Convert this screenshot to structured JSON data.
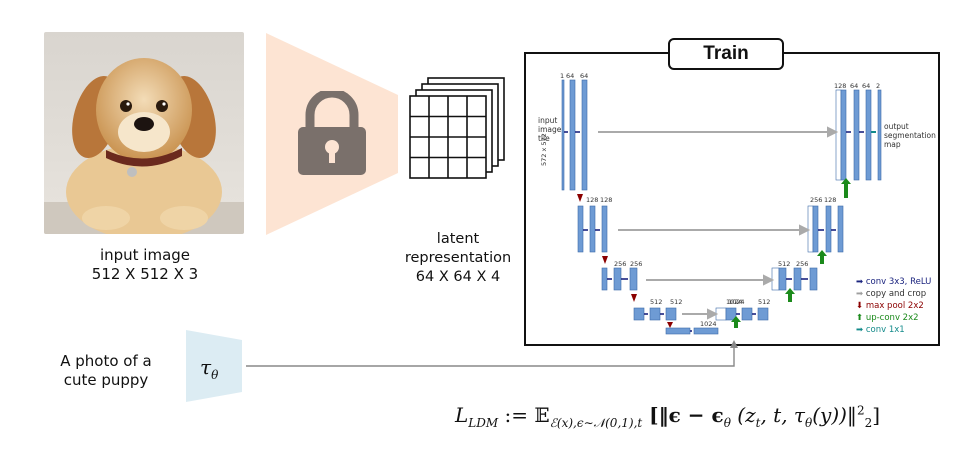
{
  "input_image": {
    "caption_line1": "input image",
    "caption_line2": "512 X 512 X 3"
  },
  "latent": {
    "caption_line1": "latent",
    "caption_line2": "representation",
    "caption_line3": "64 X 64 X 4"
  },
  "train": {
    "title": "Train"
  },
  "unet": {
    "input_label_line1": "input",
    "input_label_line2": "image",
    "input_label_line3": "tile",
    "output_label_line1": "output",
    "output_label_line2": "segmentation",
    "output_label_line3": "map",
    "channels_top_left": [
      "1",
      "64",
      "64"
    ],
    "channels_l2_left": [
      "128",
      "128"
    ],
    "channels_l3_left": [
      "256",
      "256"
    ],
    "channels_l4_left": [
      "512",
      "512"
    ],
    "channels_bottom": [
      "1024",
      "1024"
    ],
    "channels_top_right": [
      "128",
      "64",
      "64",
      "2"
    ],
    "channels_l2_right": [
      "256",
      "128"
    ],
    "channels_l3_right": [
      "512",
      "256"
    ],
    "channels_l4_right": [
      "1024",
      "512"
    ],
    "size_572": "572 x 572"
  },
  "legend": {
    "conv": "conv 3x3, ReLU",
    "copy": "copy and crop",
    "pool": "max pool 2x2",
    "upconv": "up-conv 2x2",
    "conv1": "conv 1x1",
    "colors": {
      "conv": "#1a237e",
      "copy": "#9e9e9e",
      "pool": "#8b0000",
      "upconv": "#1b8a1b",
      "conv1": "#138a8a"
    }
  },
  "prompt": {
    "line1": "A photo of a",
    "line2": "cute puppy",
    "encoder_symbol": "τ",
    "encoder_sub": "θ"
  },
  "formula": {
    "lhs": "L",
    "lhs_sub": "LDM",
    "assign": " := 𝔼",
    "expect_sub": "ℰ(x),ϵ∼𝒩(0,1),t",
    "body": " [‖ϵ − ϵ",
    "theta": "θ",
    "args": " (z",
    "zt_sub": "t",
    "args2": ", t, τ",
    "args3": "(y))‖",
    "pow": "2",
    "norm_sub": "2",
    "close": "]"
  }
}
